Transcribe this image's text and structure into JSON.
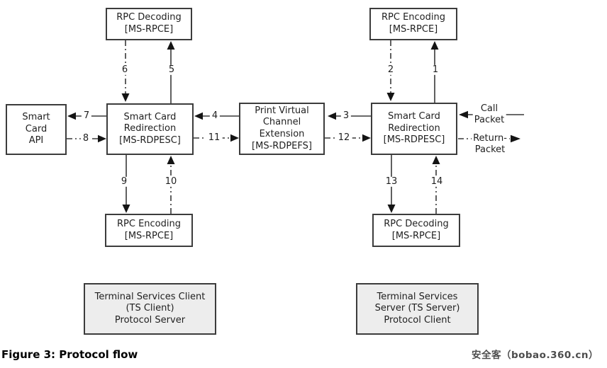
{
  "figure": {
    "caption": "Figure 3: Protocol flow",
    "watermark": "安全客（bobao.360.cn）"
  },
  "boxes": {
    "rpc_decoding_client": "RPC Decoding\n[MS-RPCE]",
    "rpc_encoding_server": "RPC Encoding\n[MS-RPCE]",
    "smart_card_api": "Smart\nCard\nAPI",
    "smart_card_redirection_client": "Smart Card\nRedirection\n[MS-RDPESC]",
    "print_virtual_channel": "Print Virtual\nChannel\nExtension\n[MS-RDPEFS]",
    "smart_card_redirection_server": "Smart Card\nRedirection\n[MS-RDPESC]",
    "rpc_encoding_client": "RPC Encoding\n[MS-RPCE]",
    "rpc_decoding_server": "RPC Decoding\n[MS-RPCE]",
    "ts_client": "Terminal Services Client\n(TS Client)\nProtocol Server",
    "ts_server": "Terminal Services\nServer (TS Server)\nProtocol Client"
  },
  "flow": {
    "n1": "1",
    "n2": "2",
    "n3": "3",
    "n4": "4",
    "n5": "5",
    "n6": "6",
    "n7": "7",
    "n8": "8",
    "n9": "9",
    "n10": "10",
    "n11": "11",
    "n12": "12",
    "n13": "13",
    "n14": "14",
    "call_packet": "Call\nPacket",
    "return_inline": "Return-",
    "return_below": "Packet"
  },
  "colors": {
    "line": "#383838",
    "box_border": "#3c3c3c",
    "box_fill": "#ffffff",
    "gray_box_fill": "#ededed",
    "text": "#1f1f1f"
  }
}
